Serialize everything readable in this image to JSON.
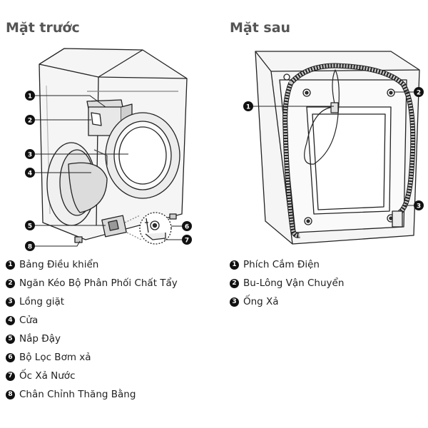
{
  "front": {
    "title": "Mặt trước",
    "callouts": [
      "1",
      "2",
      "3",
      "4",
      "5",
      "6",
      "7",
      "8"
    ],
    "legend": [
      {
        "num": "1",
        "label": "Bảng Điều khiển"
      },
      {
        "num": "2",
        "label": "Ngăn Kéo Bộ Phân Phối Chất Tẩy"
      },
      {
        "num": "3",
        "label": "Lồng giặt"
      },
      {
        "num": "4",
        "label": "Cửa"
      },
      {
        "num": "5",
        "label": "Nắp Đậy"
      },
      {
        "num": "6",
        "label": "Bộ Lọc Bơm xả"
      },
      {
        "num": "7",
        "label": "Ốc Xả Nước"
      },
      {
        "num": "8",
        "label": "Chân Chỉnh Thăng Bằng"
      }
    ]
  },
  "back": {
    "title": "Mặt sau",
    "callouts": [
      "1",
      "2",
      "3"
    ],
    "legend": [
      {
        "num": "1",
        "label": "Phích Cắm Điện"
      },
      {
        "num": "2",
        "label": "Bu-Lông Vận Chuyển"
      },
      {
        "num": "3",
        "label": "Ống Xả"
      }
    ]
  }
}
